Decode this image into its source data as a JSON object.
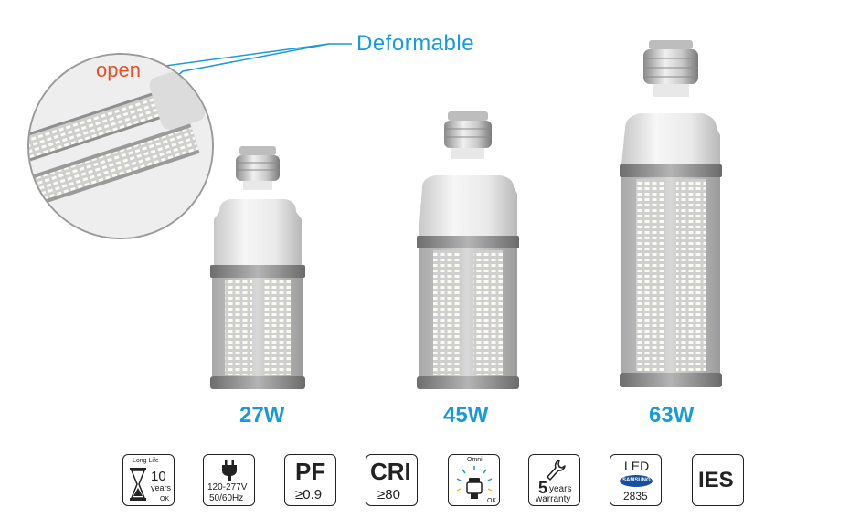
{
  "callout": {
    "label": "Deformable",
    "detail_label": "open"
  },
  "products": [
    {
      "wattage": "27W"
    },
    {
      "wattage": "45W"
    },
    {
      "wattage": "63W"
    }
  ],
  "badges": {
    "long_life": {
      "top": "Long Life",
      "number": "10",
      "unit": "years",
      "ok": "OK",
      "icon": "hourglass-icon"
    },
    "voltage": {
      "line1": "120-277V",
      "line2": "50/60Hz",
      "icon": "plug-icon"
    },
    "pf": {
      "title": "PF",
      "value": "≥0.9"
    },
    "cri": {
      "title": "CRI",
      "value": "≥80"
    },
    "omni": {
      "top": "Omni",
      "ok": "OK",
      "icon": "omni-lamp-icon"
    },
    "warranty": {
      "number": "5",
      "unit": "years",
      "label": "warranty",
      "icon": "wrench-icon"
    },
    "led": {
      "title": "LED",
      "brand": "SAMSUNG",
      "model": "2835"
    },
    "ies": {
      "title": "IES"
    }
  },
  "colors": {
    "accent_blue": "#1a9ad6",
    "accent_red": "#e2522a"
  }
}
